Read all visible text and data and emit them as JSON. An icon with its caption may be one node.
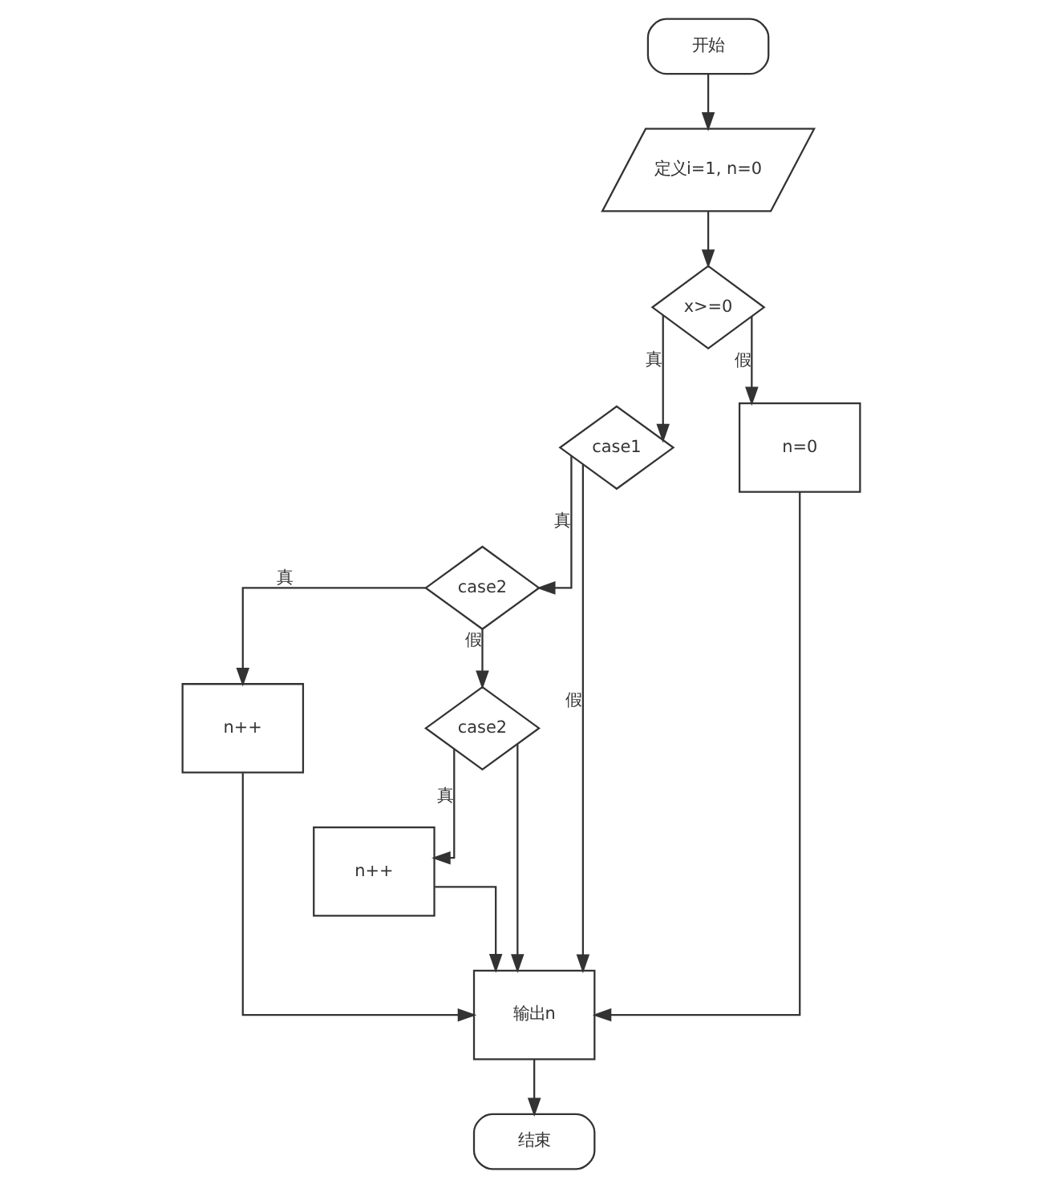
{
  "diagram": {
    "nodes": [
      {
        "text": [
          "开始"
        ]
      },
      {
        "text": [
          "定义i=1, n=0"
        ]
      },
      {
        "text": [
          "x>=0"
        ]
      },
      {
        "text": [
          "case1"
        ]
      },
      {
        "text": [
          "n=0"
        ]
      },
      {
        "text": [
          "case2"
        ]
      },
      {
        "text": [
          "n++"
        ]
      },
      {
        "text": [
          "case2"
        ]
      },
      {
        "text": [
          "n++"
        ]
      },
      {
        "text": [
          "输出n"
        ]
      },
      {
        "text": [
          "结束"
        ]
      }
    ],
    "edges": [
      {
        "from": 0,
        "to": 1,
        "arrow": "to"
      },
      {
        "from": 1,
        "to": 2,
        "arrow": "to"
      },
      {
        "from": 2,
        "to": 3,
        "arrow": "to",
        "label": "真"
      },
      {
        "from": 2,
        "to": 4,
        "arrow": "to",
        "label": "假"
      },
      {
        "from": 3,
        "to": 5,
        "arrow": "to",
        "label": "真"
      },
      {
        "from": 3,
        "to": 9,
        "arrow": "to",
        "label": "假"
      },
      {
        "from": 5,
        "to": 6,
        "arrow": "to",
        "label": "真"
      },
      {
        "from": 5,
        "to": 7,
        "arrow": "to",
        "label": "假"
      },
      {
        "from": 7,
        "to": 8,
        "arrow": "to",
        "label": "真"
      },
      {
        "from": 7,
        "to": 9,
        "arrow": "to"
      },
      {
        "from": 6,
        "to": 9,
        "arrow": "to"
      },
      {
        "from": 8,
        "to": 9,
        "arrow": "to"
      },
      {
        "from": 4,
        "to": 9,
        "arrow": "to"
      },
      {
        "from": 9,
        "to": 10,
        "arrow": "to"
      }
    ]
  }
}
